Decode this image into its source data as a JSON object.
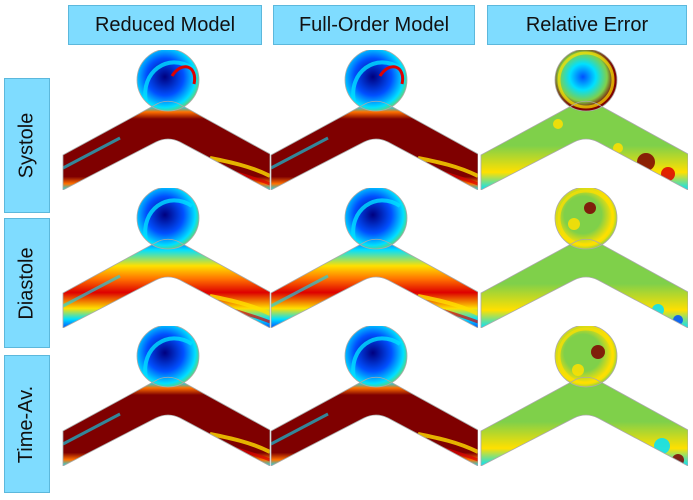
{
  "columns": [
    {
      "label": "Reduced Model",
      "kind": "velocity"
    },
    {
      "label": "Full-Order Model",
      "kind": "velocity"
    },
    {
      "label": "Relative Error",
      "kind": "error"
    }
  ],
  "rows": [
    {
      "label": "Systole",
      "flow": "high"
    },
    {
      "label": "Diastole",
      "flow": "medium"
    },
    {
      "label": "Time-Av.",
      "flow": "high"
    }
  ],
  "colormap": {
    "dark_blue": "#00007f",
    "blue": "#0050ff",
    "cyan": "#00e0ff",
    "green": "#7fd04a",
    "yellow": "#ffe000",
    "orange": "#ff7000",
    "red": "#dd0000",
    "dark_red": "#7f0000"
  }
}
